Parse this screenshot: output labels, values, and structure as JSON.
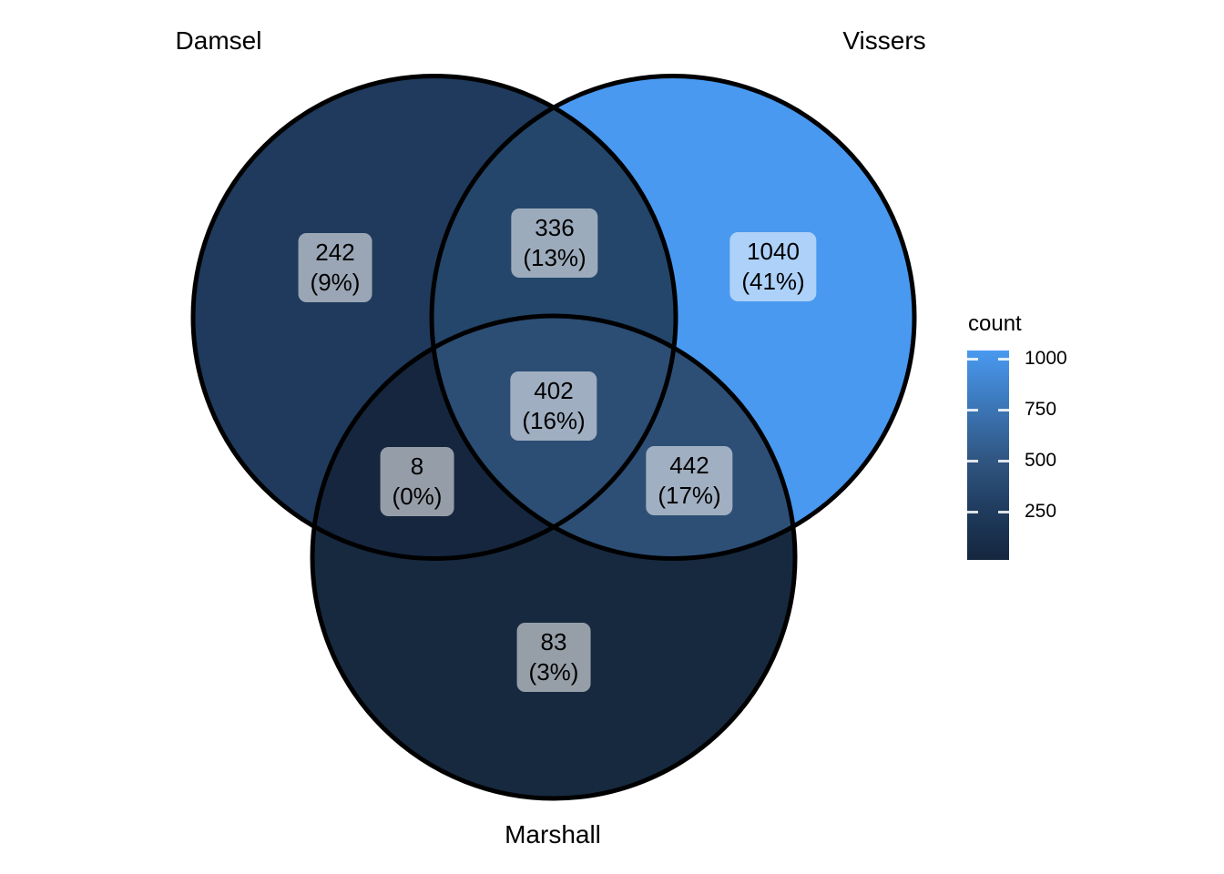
{
  "figure": {
    "background": "#FFFFFF",
    "set_labels": {
      "damsel": "Damsel",
      "vissers": "Vissers",
      "marshall": "Marshall"
    },
    "regions": {
      "damsel_only": {
        "count": "242",
        "percent": "(9%)"
      },
      "damsel_vissers": {
        "count": "336",
        "percent": "(13%)"
      },
      "vissers_only": {
        "count": "1040",
        "percent": "(41%)"
      },
      "center": {
        "count": "402",
        "percent": "(16%)"
      },
      "damsel_marshall": {
        "count": "8",
        "percent": "(0%)"
      },
      "vissers_marshall": {
        "count": "442",
        "percent": "(17%)"
      },
      "marshall_only": {
        "count": "83",
        "percent": "(3%)"
      }
    },
    "colors": {
      "damsel_only": "#1F3A5C",
      "damsel_vissers": "#24466B",
      "vissers_only": "#4999F0",
      "center": "#2C4D74",
      "damsel_marshall": "#15263E",
      "vissers_marshall": "#2D4F76",
      "marshall_only": "#17293F",
      "circle_outline": "#000000",
      "label_box_background": "rgba(255,255,255,0.55)"
    },
    "legend": {
      "title": "count",
      "tick_labels": [
        "1000",
        "750",
        "500",
        "250"
      ]
    }
  },
  "chart_data": {
    "type": "venn",
    "title": "",
    "sets": [
      "Damsel",
      "Vissers",
      "Marshall"
    ],
    "regions": [
      {
        "sets": [
          "Damsel"
        ],
        "count": 242,
        "percent": 9
      },
      {
        "sets": [
          "Damsel",
          "Vissers"
        ],
        "count": 336,
        "percent": 13
      },
      {
        "sets": [
          "Vissers"
        ],
        "count": 1040,
        "percent": 41
      },
      {
        "sets": [
          "Damsel",
          "Vissers",
          "Marshall"
        ],
        "count": 402,
        "percent": 16
      },
      {
        "sets": [
          "Damsel",
          "Marshall"
        ],
        "count": 8,
        "percent": 0
      },
      {
        "sets": [
          "Vissers",
          "Marshall"
        ],
        "count": 442,
        "percent": 17
      },
      {
        "sets": [
          "Marshall"
        ],
        "count": 83,
        "percent": 3
      }
    ],
    "legend": {
      "title": "count",
      "ticks": [
        250,
        500,
        750,
        1000
      ],
      "range": [
        8,
        1040
      ],
      "position": "right",
      "color_low": "#15263E",
      "color_high": "#4999F0",
      "grid": false
    }
  }
}
